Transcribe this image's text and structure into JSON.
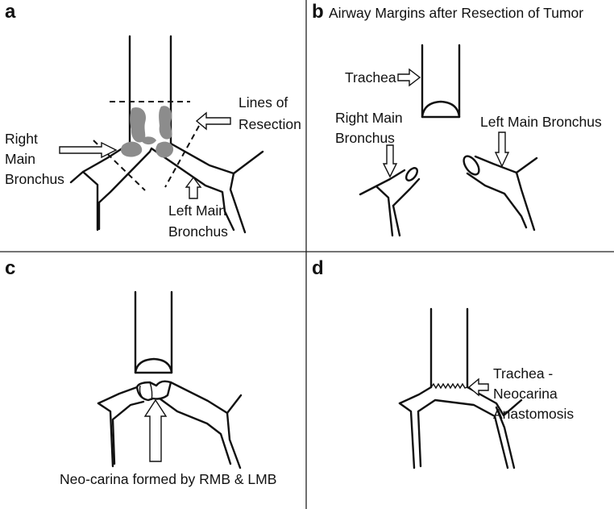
{
  "panels": {
    "a": {
      "letter": "a",
      "labels": {
        "right_main_bronchus": [
          "Right",
          "Main",
          "Bronchus"
        ],
        "lines_of_resection": [
          "Lines of",
          "Resection"
        ],
        "left_main_bronchus": [
          "Left Main",
          "Bronchus"
        ]
      }
    },
    "b": {
      "letter": "b",
      "title": "Airway Margins after Resection of Tumor",
      "labels": {
        "trachea": "Trachea",
        "right_main_bronchus": [
          "Right Main",
          "Bronchus"
        ],
        "left_main_bronchus": "Left Main Bronchus"
      }
    },
    "c": {
      "letter": "c",
      "labels": {
        "neo_carina": "Neo-carina formed by RMB & LMB"
      }
    },
    "d": {
      "letter": "d",
      "labels": {
        "anastomosis": [
          "Trachea -",
          "Neocarina",
          "Anastomosis"
        ]
      }
    }
  }
}
